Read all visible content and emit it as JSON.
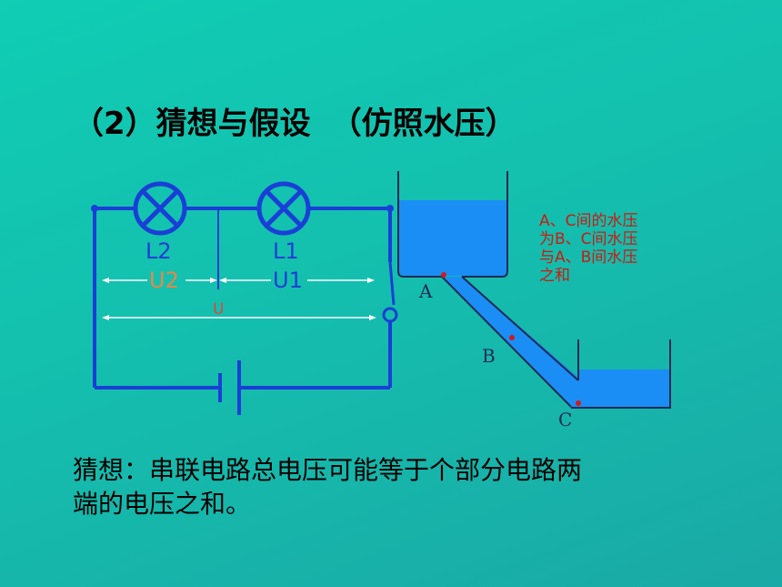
{
  "title": {
    "part1": "（2）猜想与假设",
    "part2": "（仿照水压）"
  },
  "circuit": {
    "lamp1_label": "L1",
    "lamp2_label": "L2",
    "u1_label": "U1",
    "u2_label": "U2",
    "u_label": "U"
  },
  "water_model": {
    "point_a": "A",
    "point_b": "B",
    "point_c": "C"
  },
  "note_lines": [
    "A、C间的水压",
    "为B、C间水压",
    "与A、B间水压",
    "之和"
  ],
  "guess_lines": [
    "猜想：串联电路总电压可能等于个部分电路两",
    "端的电压之和。"
  ],
  "colors": {
    "wire": "#1a3fd6",
    "water": "#1a8ef5",
    "red": "#d11a1a",
    "background": "#14c2b0"
  }
}
